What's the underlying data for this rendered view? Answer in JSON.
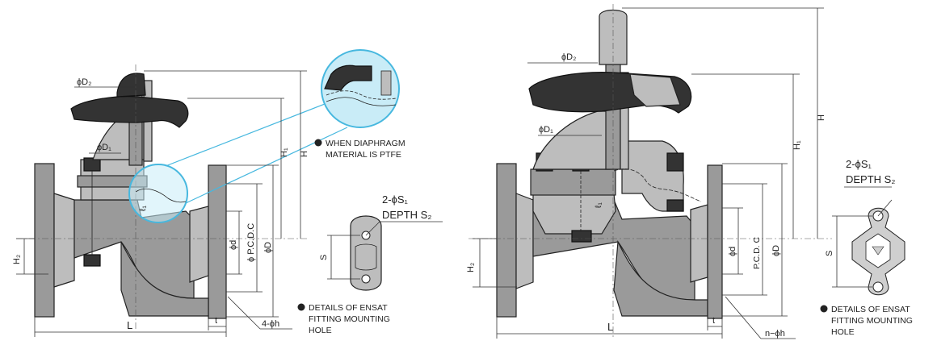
{
  "labels": {
    "left": {
      "d2": "ϕD₂",
      "d1": "ϕD₁",
      "h1": "H₁",
      "h": "H",
      "h2": "H₂",
      "l1": "ℓ₁",
      "pcd": "ϕ P.C.D.C",
      "d_small": "ϕd",
      "d_big": "ϕD",
      "l": "L",
      "t": "t",
      "holes": "4-ϕh"
    },
    "right": {
      "d2": "ϕD₂",
      "d1": "ϕD₁",
      "h1": "H₁",
      "h": "H",
      "h2": "H₂",
      "l1": "ℓ₁",
      "pcd": "P.C.D. C",
      "d_small": "ϕd",
      "d_big": "ϕD",
      "l": "L",
      "t": "t",
      "holes": "n−ϕh"
    }
  },
  "details": {
    "ptfe_note_line1": "WHEN DIAPHRAGM",
    "ptfe_note_line2": "MATERIAL IS PTFE",
    "ensat_left": {
      "s1": "2-ϕS₁",
      "s2": "DEPTH S₂",
      "s": "S",
      "note_line1": "DETAILS OF ENSAT",
      "note_line2": "FITTING MOUNTING",
      "note_line3": "HOLE"
    },
    "ensat_right": {
      "s1": "2-ϕS₁",
      "s2": "DEPTH S₂",
      "s": "S",
      "note_line1": "DETAILS OF ENSAT",
      "note_line2": "FITTING MOUNTING",
      "note_line3": "HOLE"
    }
  },
  "colors": {
    "body_gray": "#9a9a9a",
    "light_gray": "#bdbdbd",
    "dark": "#333333",
    "detail_circle": "#47b8df",
    "detail_fill": "#c9ecf7"
  }
}
